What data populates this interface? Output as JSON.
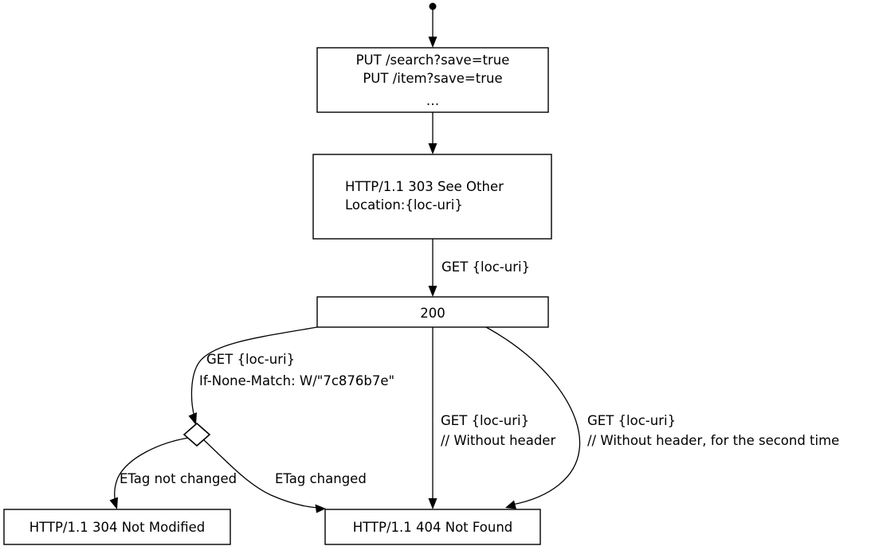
{
  "diagram": {
    "title": "HTTP 303 See Other / ETag conditional request flow",
    "background_color": "#ffffff",
    "stroke_color": "#000000",
    "nodes": {
      "start": {
        "kind": "start-dot"
      },
      "put_requests": {
        "kind": "box",
        "lines": [
          "PUT /search?save=true",
          "PUT /item?save=true",
          "…"
        ]
      },
      "see_other": {
        "kind": "box",
        "lines": [
          "HTTP/1.1 303 See Other",
          "Location:{loc-uri}"
        ]
      },
      "ok_200": {
        "kind": "box",
        "lines": [
          "200"
        ]
      },
      "etag_decision": {
        "kind": "diamond",
        "lines": []
      },
      "not_modified_304": {
        "kind": "box",
        "lines": [
          "HTTP/1.1 304 Not Modified"
        ]
      },
      "not_found_404": {
        "kind": "box",
        "lines": [
          "HTTP/1.1 404 Not Found"
        ]
      }
    },
    "edges": {
      "start_to_put": {
        "label_lines": []
      },
      "put_to_see_other": {
        "label_lines": []
      },
      "see_other_to_200": {
        "label_lines": [
          "GET {loc-uri}"
        ]
      },
      "200_to_decision": {
        "label_lines": [
          "GET {loc-uri}",
          "If-None-Match: W/\"7c876b7e\""
        ]
      },
      "200_to_404_direct": {
        "label_lines": [
          "GET {loc-uri}",
          "// Without header"
        ]
      },
      "200_to_404_curve": {
        "label_lines": [
          "GET {loc-uri}",
          "// Without header, for the second time"
        ]
      },
      "decision_to_304": {
        "label_lines": [
          "ETag not changed"
        ]
      },
      "decision_to_404": {
        "label_lines": [
          "ETag changed"
        ]
      }
    }
  }
}
